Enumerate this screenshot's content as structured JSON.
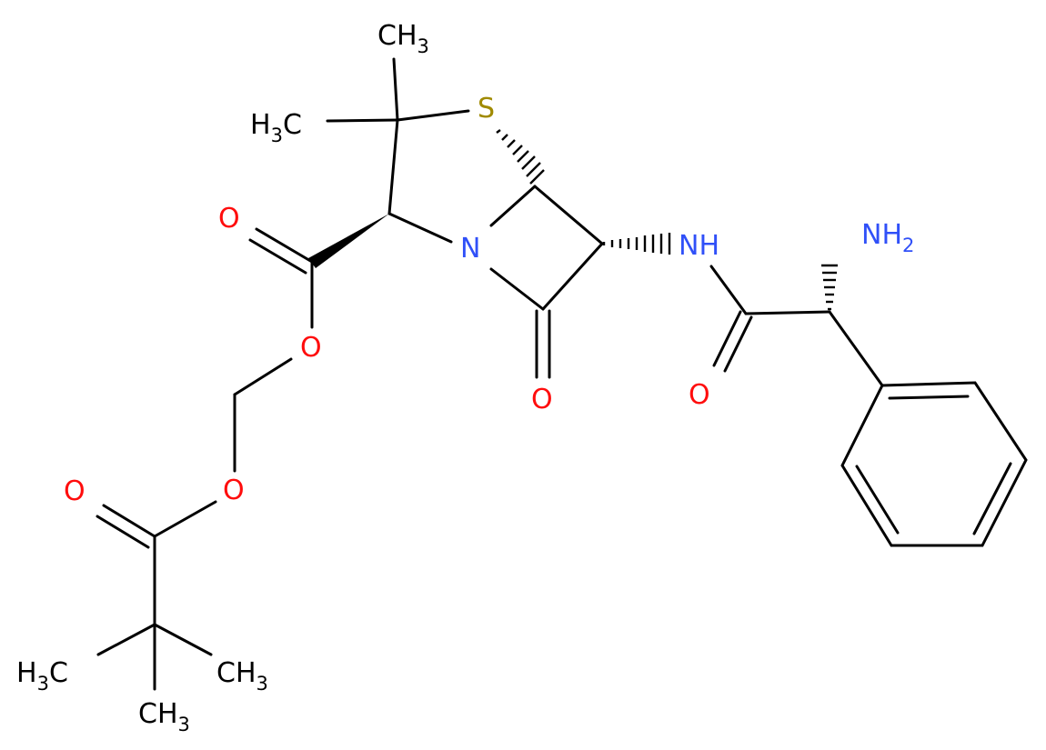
{
  "molecule": {
    "atoms": {
      "ch3_top": {
        "main": "CH",
        "sub": "3",
        "color": "#000000"
      },
      "h3c_left": {
        "pre": "H",
        "sub": "3",
        "main": "C",
        "color": "#000000"
      },
      "sulfur": {
        "main": "S",
        "color": "#a08a00"
      },
      "nitrogen_ring": {
        "main": "N",
        "color": "#3050f8"
      },
      "nh": {
        "main": "NH",
        "color": "#3050f8"
      },
      "nh2": {
        "main": "NH",
        "sub": "2",
        "color": "#3050f8"
      },
      "o_ester_dbl": {
        "main": "O",
        "color": "#ff0d0d"
      },
      "o_ester_single": {
        "main": "O",
        "color": "#ff0d0d"
      },
      "o_lactam": {
        "main": "O",
        "color": "#ff0d0d"
      },
      "o_amide": {
        "main": "O",
        "color": "#ff0d0d"
      },
      "o_pivoxil_single": {
        "main": "O",
        "color": "#ff0d0d"
      },
      "o_pivoxil_dbl": {
        "main": "O",
        "color": "#ff0d0d"
      },
      "h3c_bottom_left": {
        "pre": "H",
        "sub": "3",
        "main": "C",
        "color": "#000000"
      },
      "ch3_bottom_right": {
        "main": "CH",
        "sub": "3",
        "color": "#000000"
      },
      "ch3_bottom": {
        "main": "CH",
        "sub": "3",
        "color": "#000000"
      }
    }
  }
}
